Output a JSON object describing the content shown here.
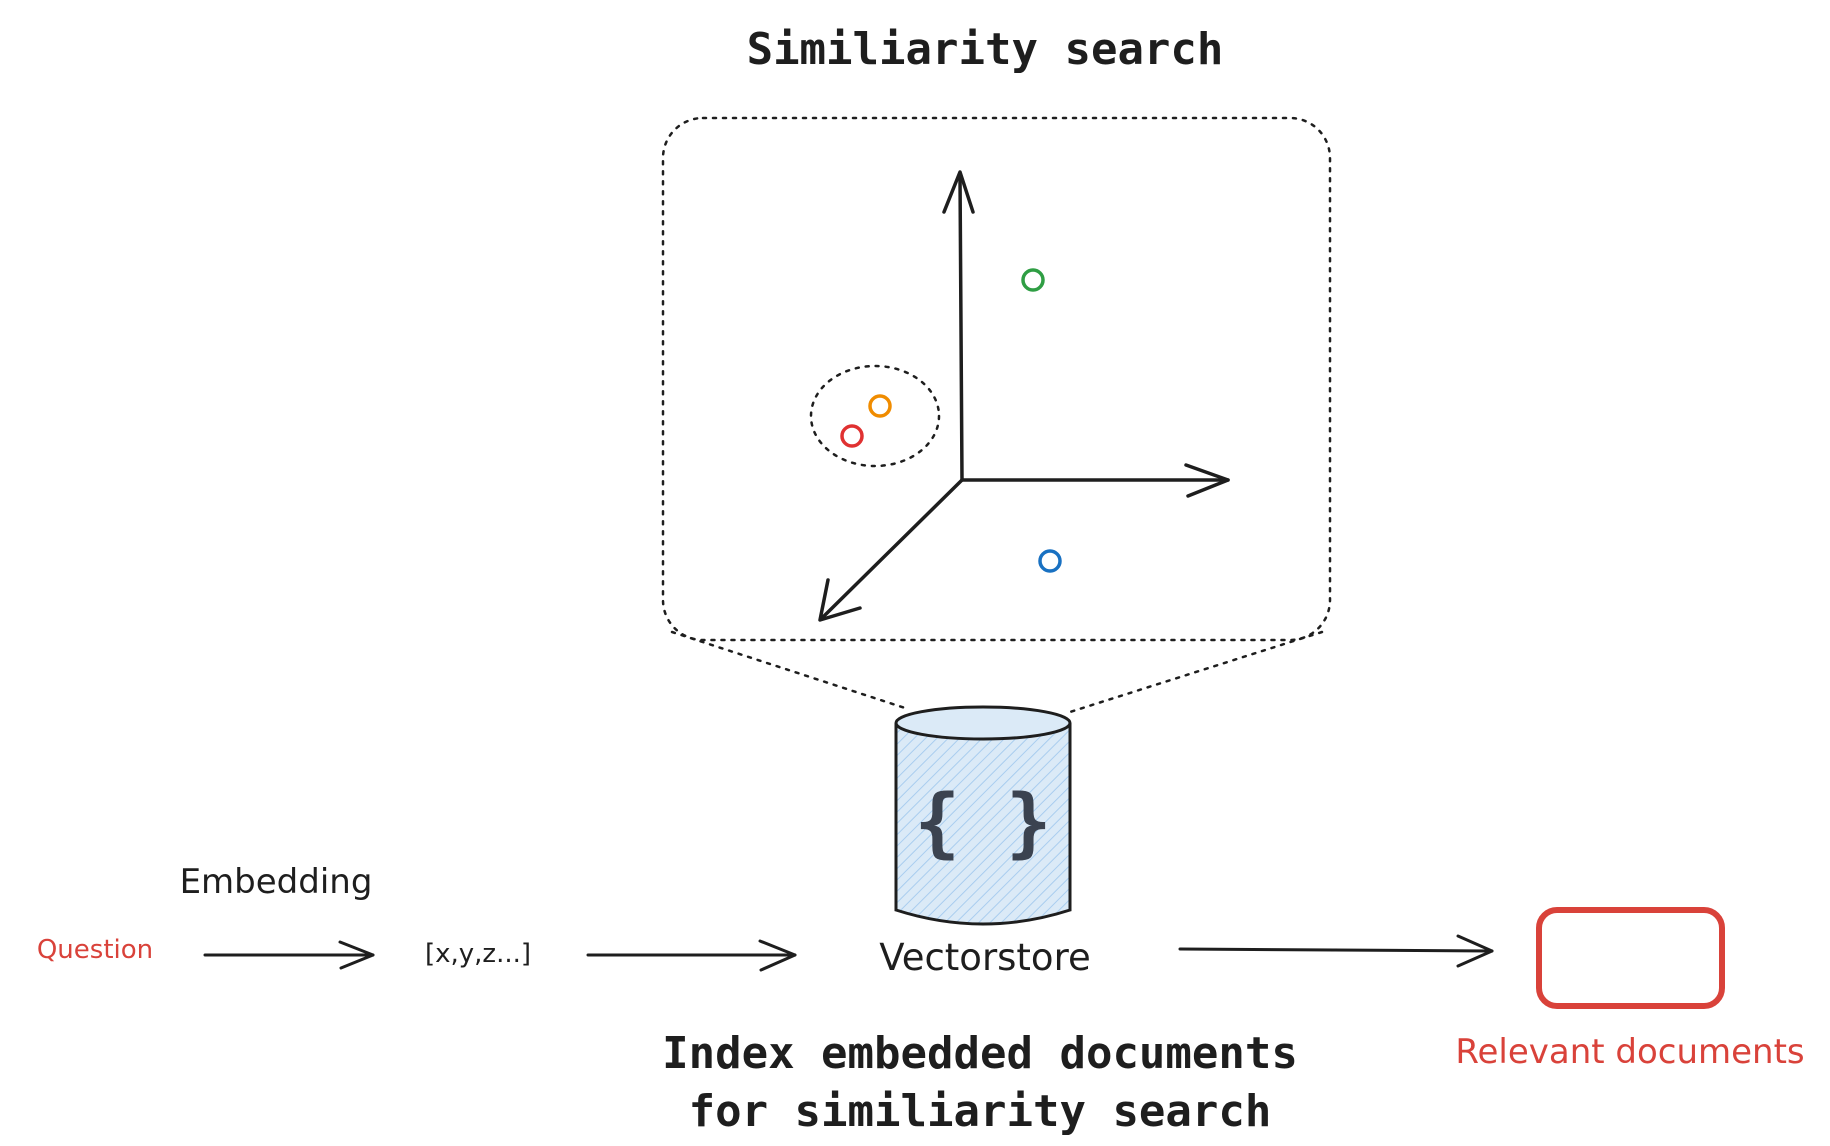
{
  "title": "Similiarity search",
  "labels": {
    "embedding": "Embedding",
    "question": "Question",
    "vector": "[x,y,z...]",
    "vectorstore": "Vectorstore",
    "store_icon": "{ }",
    "caption_line1": "Index embedded documents",
    "caption_line2": "for similiarity search",
    "relevant": "Relevant documents"
  },
  "points": [
    {
      "name": "green-point",
      "color": "#2f9e44"
    },
    {
      "name": "orange-point",
      "color": "#f08c00"
    },
    {
      "name": "red-point",
      "color": "#e03131"
    },
    {
      "name": "blue-point",
      "color": "#1971c2"
    }
  ],
  "colors": {
    "accent_red": "#d9423a",
    "ink": "#1e1e1e",
    "store_fill": "#dbeaf7",
    "store_hatch": "#a9cdef"
  }
}
